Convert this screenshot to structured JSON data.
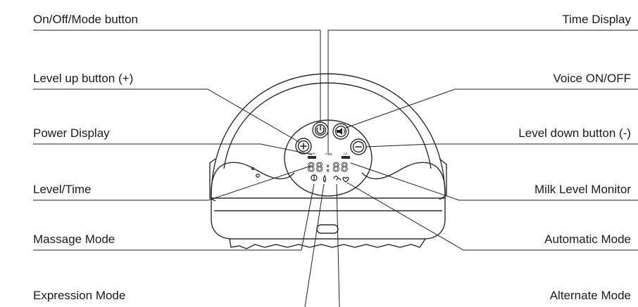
{
  "callouts": {
    "left": [
      {
        "id": "on-off-mode",
        "label": "On/Off/Mode button"
      },
      {
        "id": "level-up",
        "label": "Level up button (+)"
      },
      {
        "id": "power-display",
        "label": "Power Display"
      },
      {
        "id": "level-time",
        "label": "Level/Time"
      },
      {
        "id": "massage-mode",
        "label": "Massage Mode"
      },
      {
        "id": "expression-mode",
        "label": "Expression Mode"
      }
    ],
    "right": [
      {
        "id": "time-display",
        "label": "Time Display"
      },
      {
        "id": "voice-onoff",
        "label": "Voice ON/OFF"
      },
      {
        "id": "level-down",
        "label": "Level down button (-)"
      },
      {
        "id": "milk-level",
        "label": "Milk Level Monitor"
      },
      {
        "id": "automatic-mode",
        "label": "Automatic Mode"
      },
      {
        "id": "alternate-mode",
        "label": "Alternate Mode"
      }
    ]
  },
  "display": {
    "tag_time": "TIME",
    "tag_power": "PWR",
    "tag_level": "LVL",
    "digits": "88:88"
  },
  "colors": {
    "line": "#1f1f1f",
    "device_stroke": "#2b2b2b",
    "text": "#1a1a1a"
  }
}
